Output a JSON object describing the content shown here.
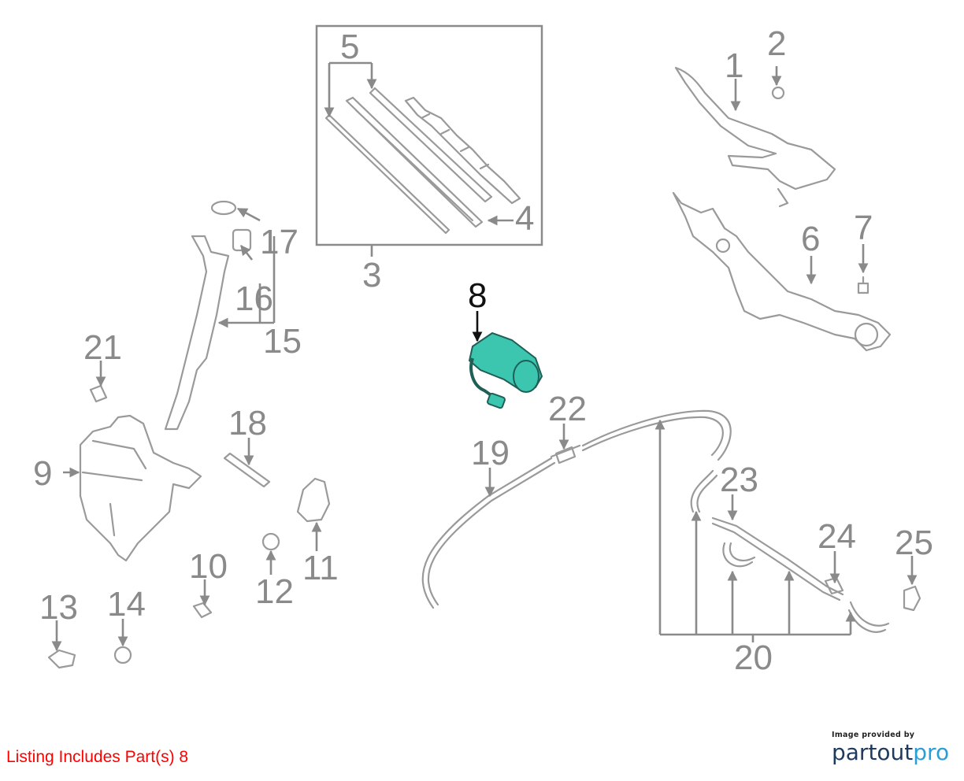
{
  "callouts": [
    "1",
    "2",
    "3",
    "4",
    "5",
    "6",
    "7",
    "8",
    "9",
    "10",
    "11",
    "12",
    "13",
    "14",
    "15",
    "16",
    "17",
    "18",
    "19",
    "20",
    "21",
    "22",
    "23",
    "24",
    "25"
  ],
  "highlighted_part": "8",
  "colors": {
    "highlight": "#3cc6b0",
    "callout": "#8a8a8a",
    "highlight_callout": "#111111",
    "note": "#ff0000"
  },
  "footer": {
    "note": "Listing Includes Part(s) 8",
    "credit_line": "Image provided by",
    "logo_part1": "partout",
    "logo_part2": "pro"
  }
}
